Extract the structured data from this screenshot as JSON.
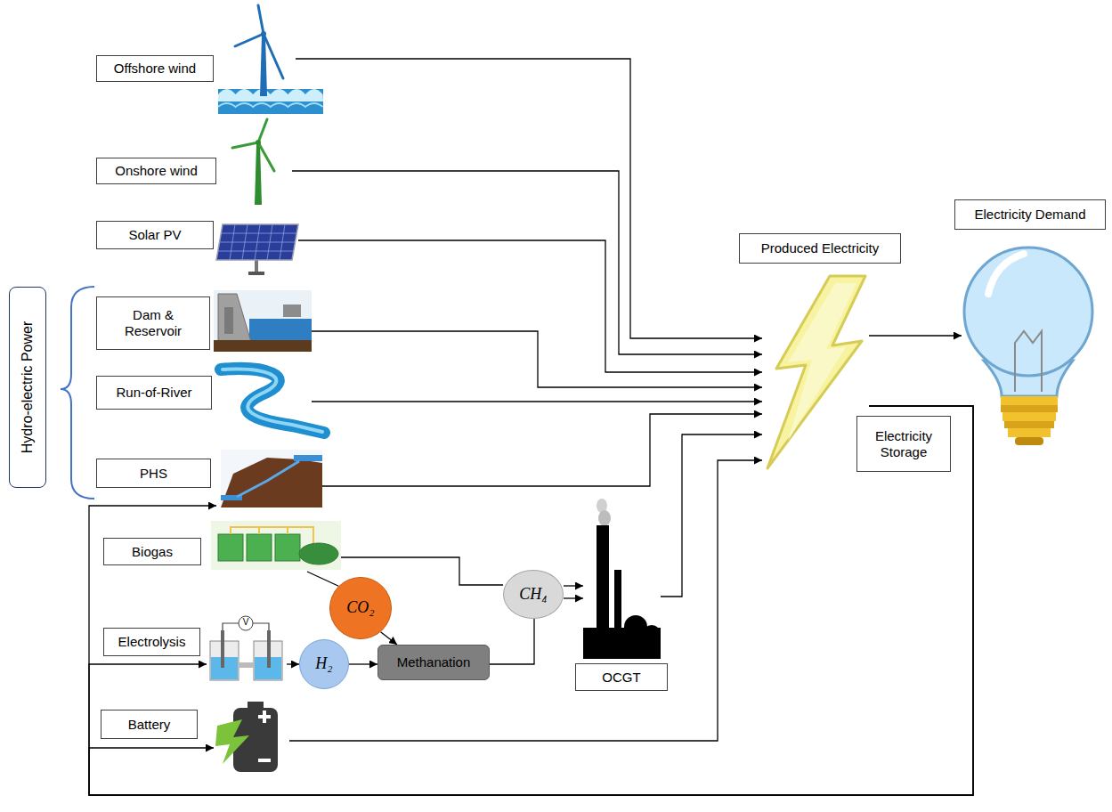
{
  "diagram": {
    "nodes": [
      {
        "text": [
          "Offshore wind"
        ]
      },
      {
        "text": [
          "Onshore wind"
        ]
      },
      {
        "text": [
          "Solar PV"
        ]
      },
      {
        "text": [
          "Hydro-electric Power"
        ]
      },
      {
        "text": [
          "Dam & Reservoir"
        ]
      },
      {
        "text": [
          "Run-of-River"
        ]
      },
      {
        "text": [
          "PHS"
        ]
      },
      {
        "text": [
          "Produced Electricity"
        ]
      },
      {
        "text": [
          "Electricity Demand"
        ]
      },
      {
        "text": [
          "Electricity Storage"
        ]
      },
      {
        "text": [
          "Biogas"
        ]
      },
      {
        "text": [
          "CO₂"
        ]
      },
      {
        "text": [
          "CH₄"
        ]
      },
      {
        "text": [
          "Electrolysis"
        ]
      },
      {
        "text": [
          "H₂"
        ]
      },
      {
        "text": [
          "Methanation"
        ]
      },
      {
        "text": [
          "OCGT"
        ]
      },
      {
        "text": [
          "Battery"
        ]
      }
    ],
    "edges": [
      {
        "from": 0,
        "to": 7,
        "arrow": "to"
      },
      {
        "from": 1,
        "to": 7,
        "arrow": "to"
      },
      {
        "from": 2,
        "to": 7,
        "arrow": "to"
      },
      {
        "from": 4,
        "to": 7,
        "arrow": "to"
      },
      {
        "from": 5,
        "to": 7,
        "arrow": "to"
      },
      {
        "from": 6,
        "to": 7,
        "arrow": "to"
      },
      {
        "from": 16,
        "to": 7,
        "arrow": "to"
      },
      {
        "from": 17,
        "to": 7,
        "arrow": "to"
      },
      {
        "from": 7,
        "to": 8,
        "arrow": "to"
      },
      {
        "from": 7,
        "to": 6,
        "arrow": "to"
      },
      {
        "from": 7,
        "to": 13,
        "arrow": "to"
      },
      {
        "from": 7,
        "to": 17,
        "arrow": "to"
      },
      {
        "from": 10,
        "to": 12,
        "arrow": "none"
      },
      {
        "from": 10,
        "to": 11,
        "arrow": "none"
      },
      {
        "from": 11,
        "to": 15,
        "arrow": "to"
      },
      {
        "from": 13,
        "to": 14,
        "arrow": "to"
      },
      {
        "from": 14,
        "to": 15,
        "arrow": "to"
      },
      {
        "from": 15,
        "to": 12,
        "arrow": "none"
      },
      {
        "from": 12,
        "to": 16,
        "arrow": "to"
      },
      {
        "from": 12,
        "to": 16,
        "arrow": "to"
      }
    ],
    "labels": [
      "V"
    ]
  }
}
